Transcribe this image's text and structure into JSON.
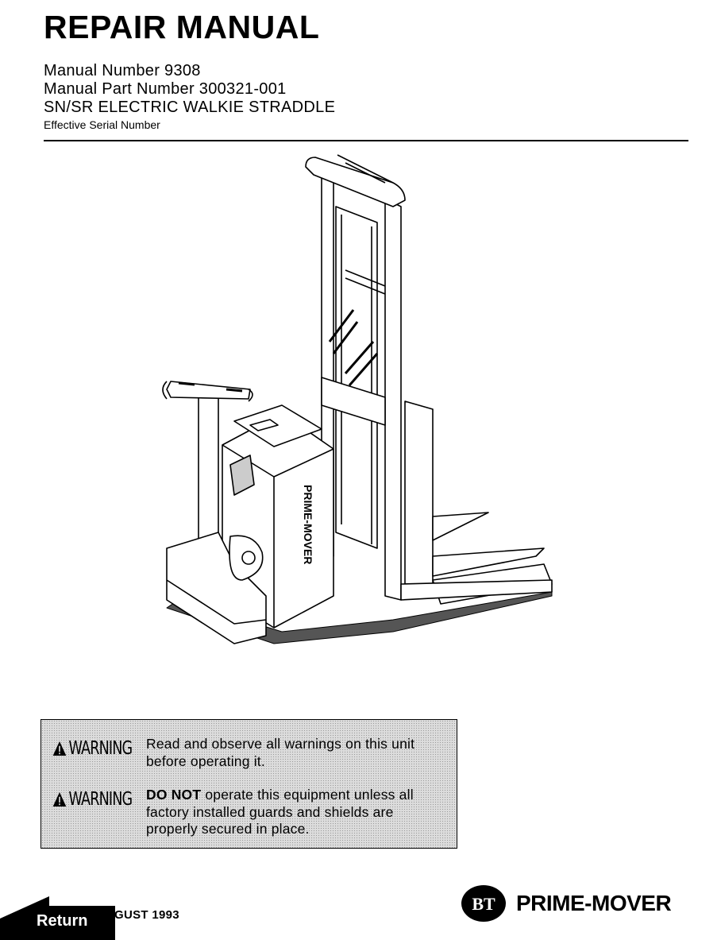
{
  "header": {
    "title": "REPAIR MANUAL",
    "manual_number": "Manual Number 9308",
    "part_number": "Manual Part Number 300321-001",
    "model": "SN/SR ELECTRIC WALKIE STRADDLE",
    "effective": "Effective Serial Number"
  },
  "truck_logo_text": "PRIME-MOVER",
  "warnings": [
    {
      "label": "WARNING",
      "text": "Read and observe all warnings on this unit before operating it."
    },
    {
      "label": "WARNING",
      "emphasis": "DO NOT",
      "text": " operate this equipment unless all factory installed guards and shields are properly secured in place."
    }
  ],
  "footer": {
    "return_label": "Return",
    "date": "GUST 1993",
    "brand_mark": "BT",
    "brand_name": "PRIME-MOVER"
  }
}
